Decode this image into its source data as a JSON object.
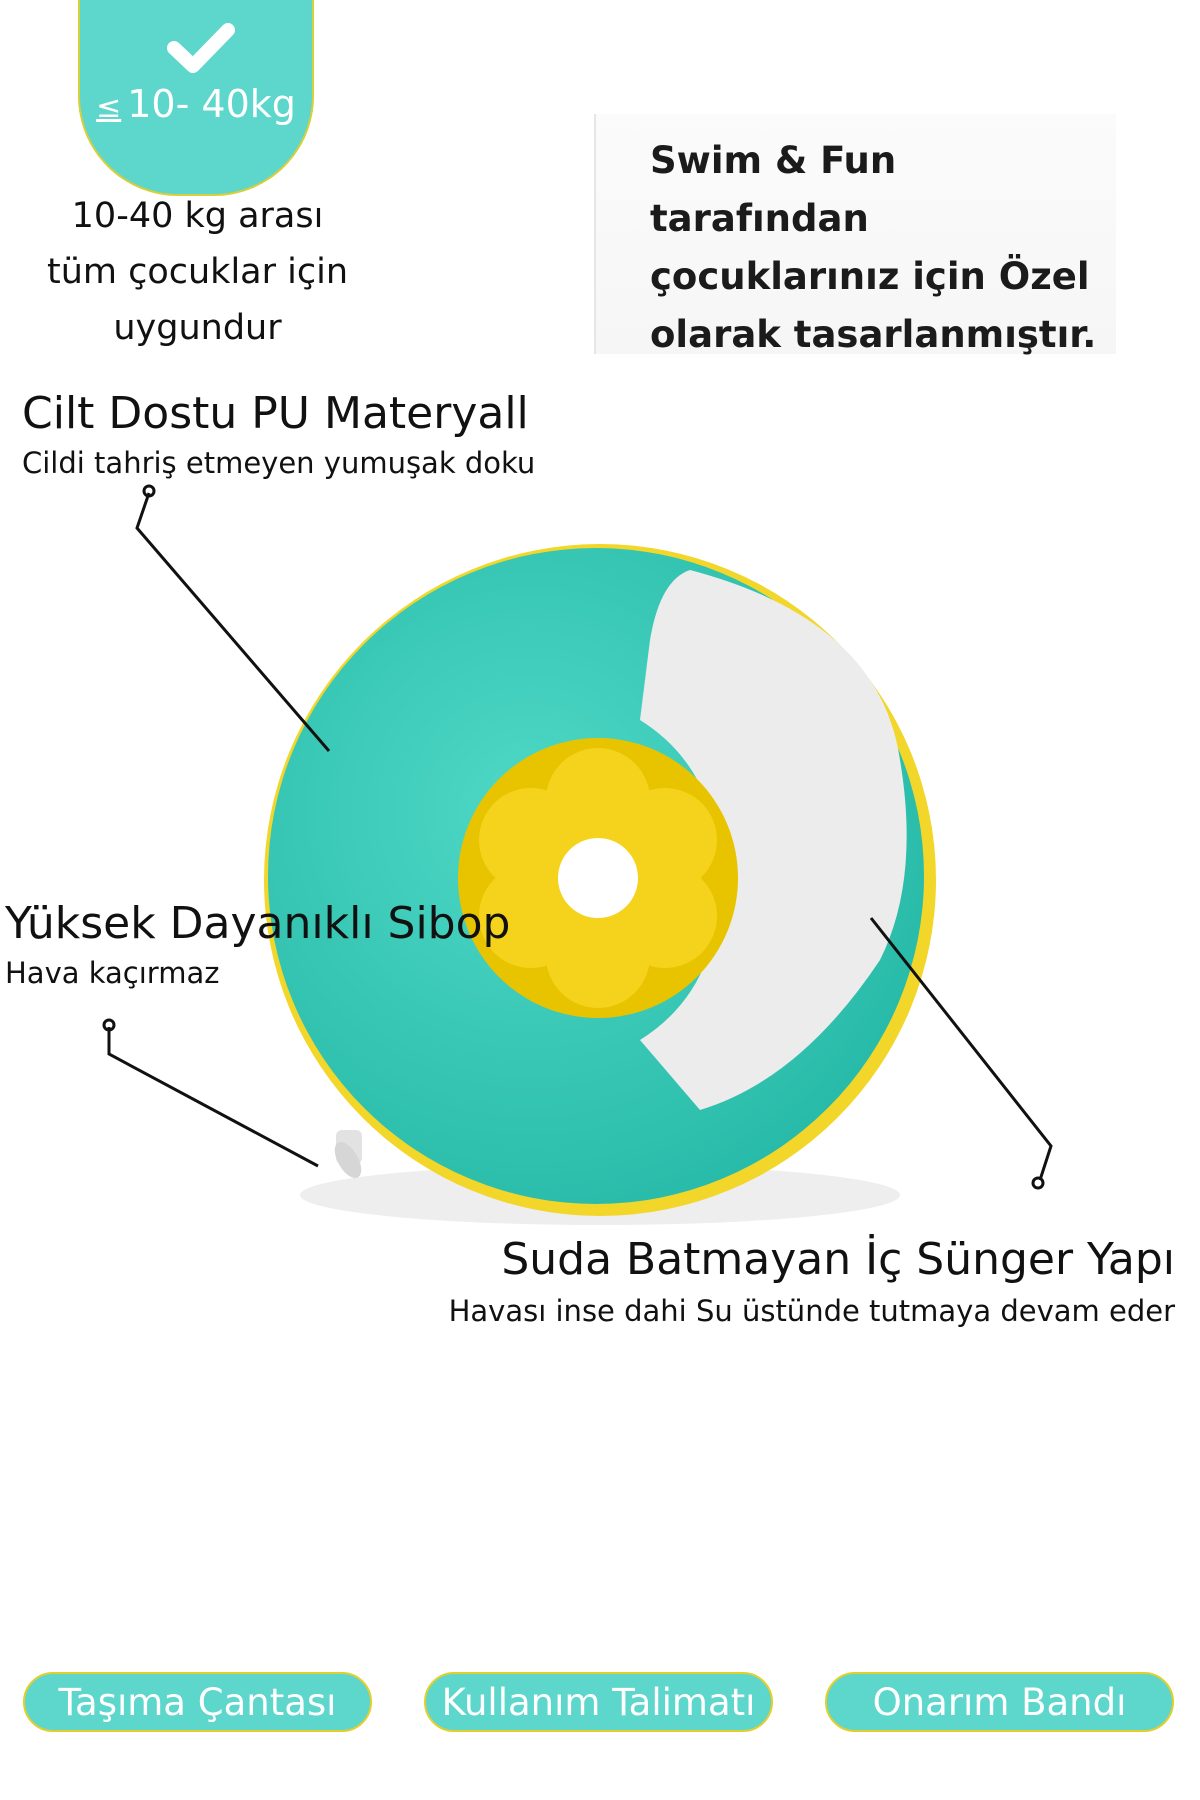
{
  "badge": {
    "le_symbol": "≤",
    "range": "10- 40kg",
    "icon": "check-icon"
  },
  "range_description": [
    "10-40 kg arası",
    "tüm çocuklar için",
    "uygundur"
  ],
  "promo": [
    "Swim & Fun tarafından",
    "çocuklarınız için Özel",
    "olarak tasarlanmıştır."
  ],
  "features": [
    {
      "title": "Cilt Dostu  PU  Materyall",
      "subtitle": "Cildi tahriş  etmeyen yumuşak doku"
    },
    {
      "title": "Yüksek Dayanıklı  Sibop",
      "subtitle": "Hava kaçırmaz"
    },
    {
      "title": "Suda Batmayan İç Sünger Yapı",
      "subtitle": "Havası inse dahi Su üstünde tutmaya devam eder"
    }
  ],
  "buttons": [
    "Taşıma Çantası",
    "Kullanım Talimatı",
    "Onarım Bandı"
  ],
  "colors": {
    "teal": "#5dd6cc",
    "ring": "#3ec8b6",
    "yellow": "#f2d62a"
  }
}
